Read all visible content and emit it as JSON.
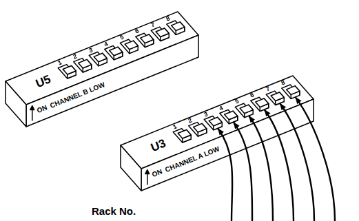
{
  "diagram": {
    "nodes": [
      {
        "text": [
          "U5",
          "ON",
          "CHANNEL B LOW"
        ]
      },
      {
        "text": [
          "U3",
          "ON",
          "CHANNEL A LOW"
        ]
      }
    ],
    "labels": [
      "1",
      "2",
      "3",
      "4",
      "5",
      "6",
      "7",
      "8",
      "1",
      "2",
      "3",
      "4",
      "5",
      "6",
      "7",
      "8",
      "Rack No."
    ]
  }
}
